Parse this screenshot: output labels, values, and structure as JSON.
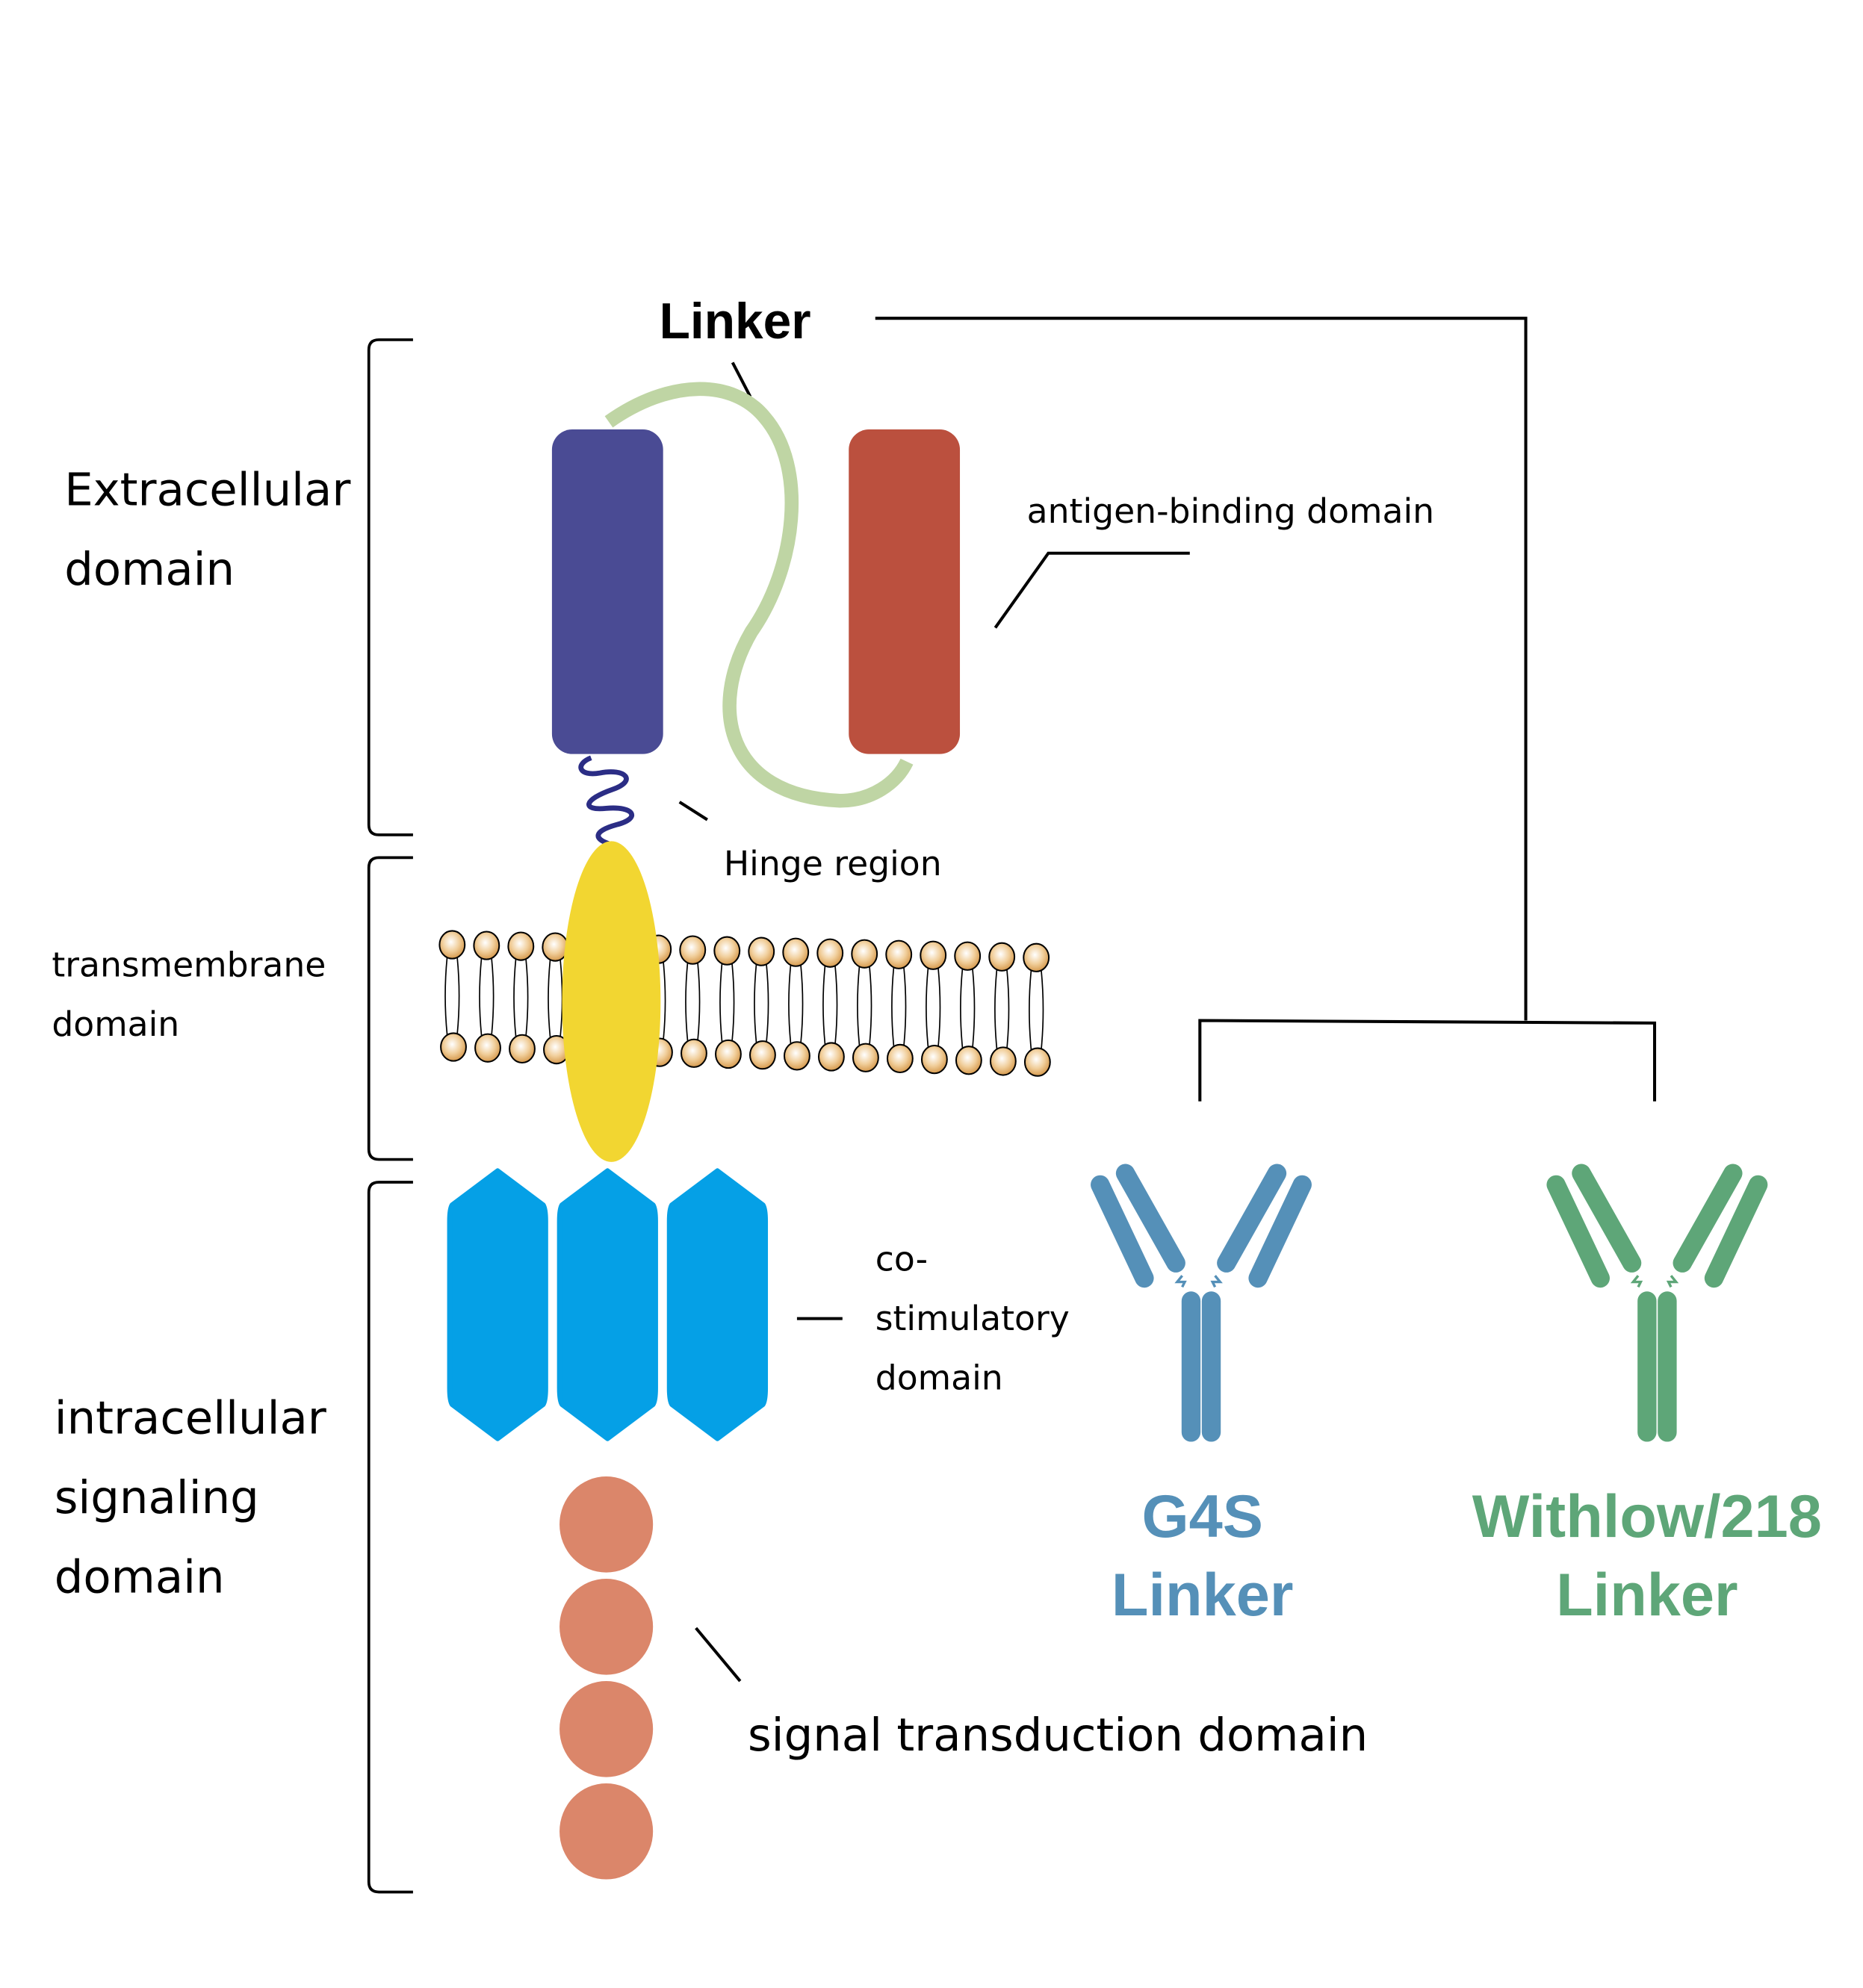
{
  "title": "CAR structure with linker comparison",
  "labels": {
    "linker": "Linker",
    "antigen_binding_domain": "antigen-binding domain",
    "hinge_region": "Hinge region",
    "costim_line1": "co-",
    "costim_line2": "stimulatory",
    "costim_line3": "domain",
    "signal_transduction_domain": "signal transduction domain"
  },
  "regions": {
    "extracellular": [
      "Extracellular",
      "domain"
    ],
    "transmembrane": [
      "transmembrane",
      "domain"
    ],
    "intracellular": [
      "intracellular",
      "signaling",
      "domain"
    ]
  },
  "linker_types": [
    {
      "name_line1": "G4S",
      "name_line2": "Linker",
      "color": "#5590b8"
    },
    {
      "name_line1": "Withlow/218",
      "name_line2": "Linker",
      "color": "#5ea678"
    }
  ],
  "colors": {
    "vh_domain": "#4a4b94",
    "vl_domain": "#bb503e",
    "linker": "#bfd5a4",
    "hinge": "#2b2d85",
    "transmembrane": "#f2d631",
    "costim": "#05a0e6",
    "signal": "#db866a",
    "lipid_head": "#dca35a"
  },
  "counts": {
    "costim_segments": 3,
    "signal_circles": 4,
    "lipid_pairs": 18
  }
}
